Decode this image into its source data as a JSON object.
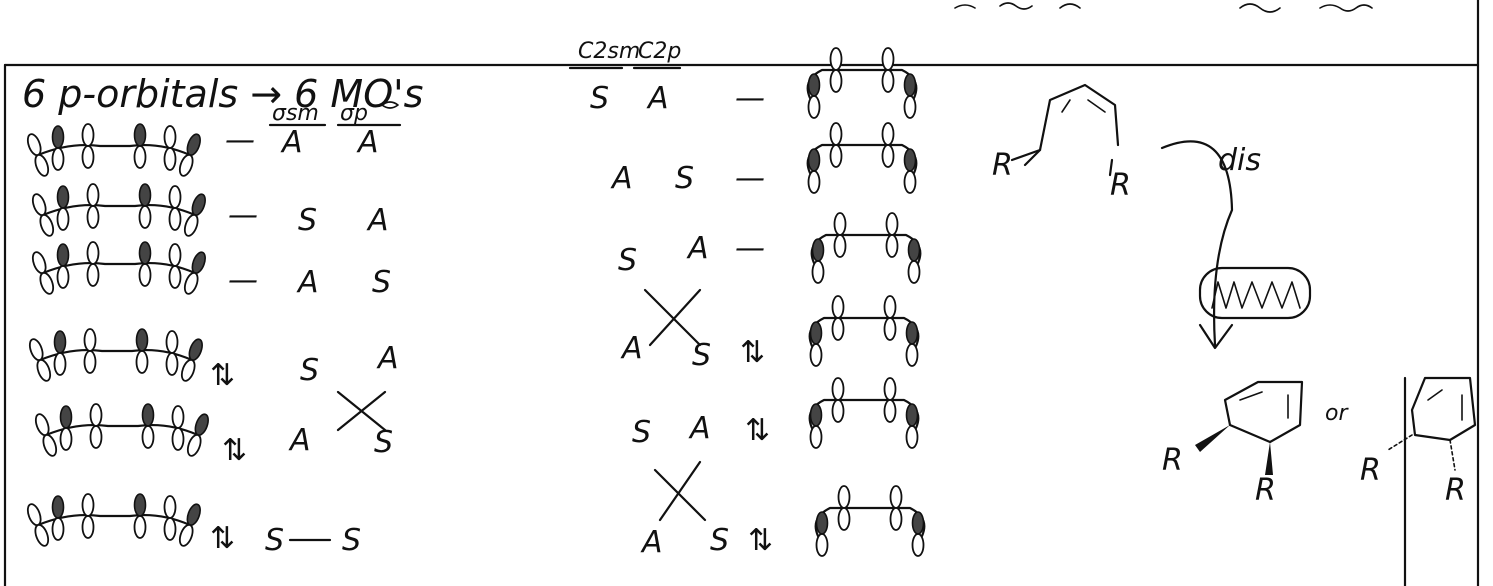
{
  "heading": "6 p-orbitals → 6 MO's",
  "left_columns": {
    "col1": "σsm",
    "col2": "σp"
  },
  "right_columns": {
    "col1": "C2sm",
    "col2": "C2p"
  },
  "top_right_scrawl": "... ...",
  "left_rows": [
    {
      "electrons": "—",
      "a": "A",
      "b": "A"
    },
    {
      "electrons": "—",
      "a": "S",
      "b": "A"
    },
    {
      "electrons": "—",
      "a": "A",
      "b": "S"
    },
    {
      "electrons": "⇅",
      "a": "S",
      "b": "A"
    },
    {
      "electrons": "⇅",
      "a": "A",
      "b": "S"
    },
    {
      "electrons": "⇅",
      "a": "S",
      "b": "S"
    }
  ],
  "right_rows": [
    {
      "a": "S",
      "b": "A",
      "electrons": "—"
    },
    {
      "a": "A",
      "b": "S",
      "electrons": "—"
    },
    {
      "a": "S",
      "b": "A",
      "electrons": "—"
    },
    {
      "a": "A",
      "b": "S",
      "electrons": "⇅"
    },
    {
      "a": "S",
      "b": "A",
      "electrons": "⇅"
    },
    {
      "a": "A",
      "b": "S",
      "electrons": "⇅"
    }
  ],
  "reaction": {
    "substituent": "R",
    "arrow_label": "dis",
    "connector": "or"
  }
}
